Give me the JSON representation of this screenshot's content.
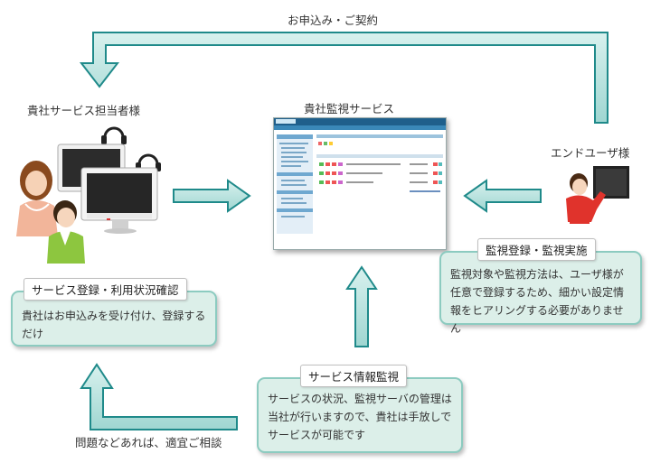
{
  "top_label": "お申込み・ご契約",
  "bottom_label": "問題などあれば、適宜ご相談",
  "client": {
    "title": "貴社サービス担当者様"
  },
  "center": {
    "title": "貴社監視サービス"
  },
  "enduser": {
    "title": "エンドユーザ様"
  },
  "box_left": {
    "tag": "サービス登録・利用状況確認",
    "body": "貴社はお申込みを受け付け、登録するだけ"
  },
  "box_right": {
    "tag": "監視登録・監視実施",
    "body": "監視対象や監視方法は、ユーザ様が任意で登録するため、細かい設定情報をヒアリングする必要がありません"
  },
  "box_bottom": {
    "tag": "サービス情報監視",
    "body": "サービスの状況、監視サーバの管理は当社が行いますので、貴社は手放しでサービスが可能です"
  },
  "colors": {
    "arrow_fill": "#b8e2de",
    "arrow_stroke": "#1f8a8a",
    "box_fill": "#dcefe9",
    "box_border": "#8ccbc0"
  }
}
